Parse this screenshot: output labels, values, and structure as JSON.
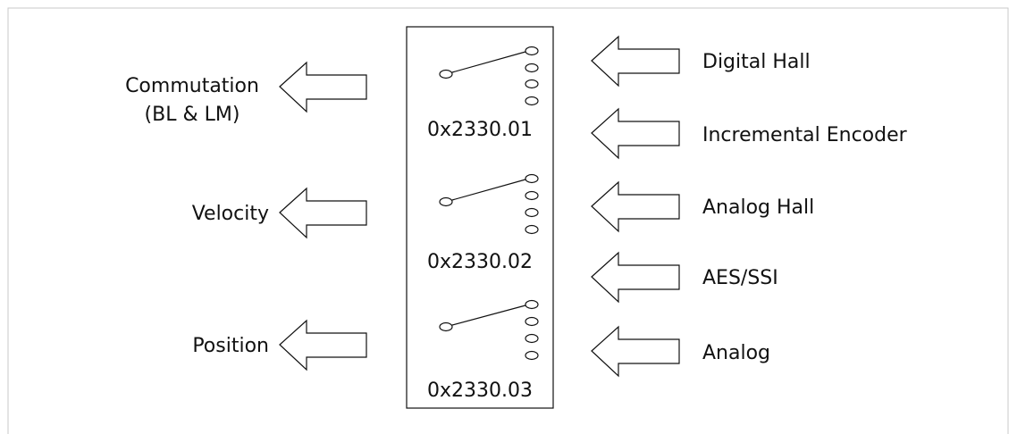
{
  "outputs": [
    {
      "label_lines": [
        "Commutation",
        "(BL & LM)"
      ]
    },
    {
      "label_lines": [
        "Velocity"
      ]
    },
    {
      "label_lines": [
        "Position"
      ]
    }
  ],
  "selectors": [
    {
      "label": "0x2330.01"
    },
    {
      "label": "0x2330.02"
    },
    {
      "label": "0x2330.03"
    }
  ],
  "inputs": [
    {
      "label": "Digital Hall"
    },
    {
      "label": "Incremental Encoder"
    },
    {
      "label": "Analog Hall"
    },
    {
      "label": "AES/SSI"
    },
    {
      "label": "Analog"
    }
  ]
}
